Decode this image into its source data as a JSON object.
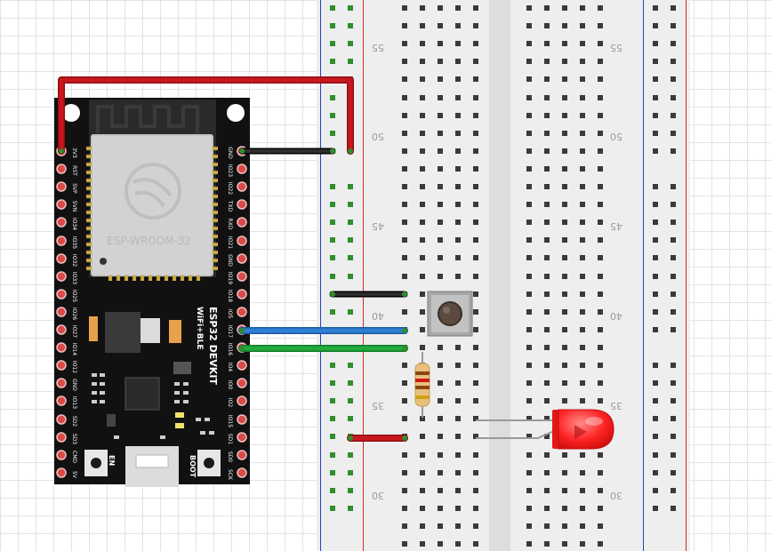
{
  "board": {
    "module_label": "ESP-WROOM-32",
    "title": "ESP32 DEVKIT",
    "subtitle": "WiFi+BLE",
    "en_label": "EN",
    "boot_label": "BOOT",
    "left_pins": [
      "3V3",
      "RST",
      "SVP",
      "SVN",
      "IO34",
      "IO35",
      "IO32",
      "IO33",
      "IO25",
      "IO26",
      "IO27",
      "IO14",
      "IO12",
      "GND",
      "IO13",
      "SD2",
      "SD3",
      "CMD",
      "5V"
    ],
    "right_pins": [
      "GND",
      "IO23",
      "IO22",
      "TXD",
      "RXD",
      "IO21",
      "GND",
      "IO19",
      "IO18",
      "IO5",
      "IO17",
      "IO16",
      "IO4",
      "IO0",
      "IO2",
      "IO15",
      "SD1",
      "SD0",
      "SCK"
    ]
  },
  "breadboard": {
    "row_numbers": [
      "55",
      "50",
      "45",
      "40",
      "35",
      "30"
    ]
  },
  "colors": {
    "wire_red": "#c8171e",
    "wire_black": "#1e1e1e",
    "wire_blue": "#2e7fd6",
    "wire_green": "#1faa3b",
    "led_red": "#ff2b2b",
    "board_black": "#111111",
    "pin_red": "#d94a4a"
  },
  "components": {
    "button": "push-button",
    "resistor": "resistor",
    "led": "red-led"
  }
}
